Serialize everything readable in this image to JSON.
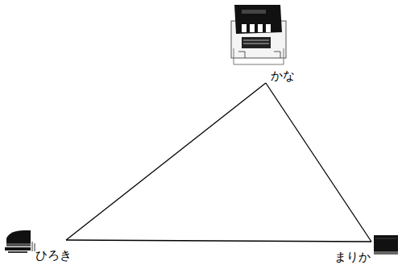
{
  "diagram": {
    "nodes": [
      {
        "text": [
          "かな"
        ]
      },
      {
        "text": [
          "ひろき"
        ]
      },
      {
        "text": [
          "まりか"
        ]
      }
    ],
    "edges": [
      {
        "from": 0,
        "to": 1,
        "arrow": "none"
      },
      {
        "from": 0,
        "to": 2,
        "arrow": "none"
      },
      {
        "from": 1,
        "to": 2,
        "arrow": "none"
      }
    ]
  }
}
